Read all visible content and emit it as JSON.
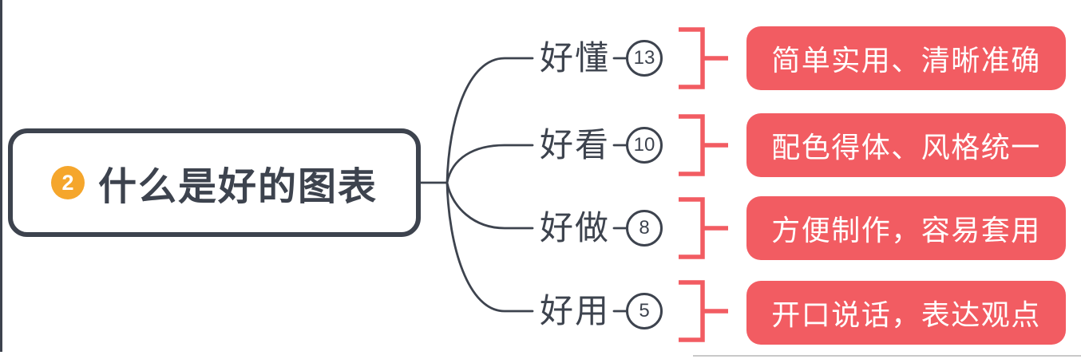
{
  "colors": {
    "accent_red": "#f25c62",
    "ink": "#3d434e",
    "badge_orange": "#f5a62c",
    "card_text": "#ffffff",
    "muted_line": "#c9c9c9"
  },
  "main_node": {
    "badge_number": "2",
    "title": "什么是好的图表"
  },
  "rows": [
    {
      "label": "好懂",
      "count": "13",
      "detail": "简单实用、清晰准确"
    },
    {
      "label": "好看",
      "count": "10",
      "detail": "配色得体、风格统一"
    },
    {
      "label": "好做",
      "count": "8",
      "detail": "方便制作，容易套用"
    },
    {
      "label": "好用",
      "count": "5",
      "detail": "开口说话，表达观点"
    }
  ]
}
